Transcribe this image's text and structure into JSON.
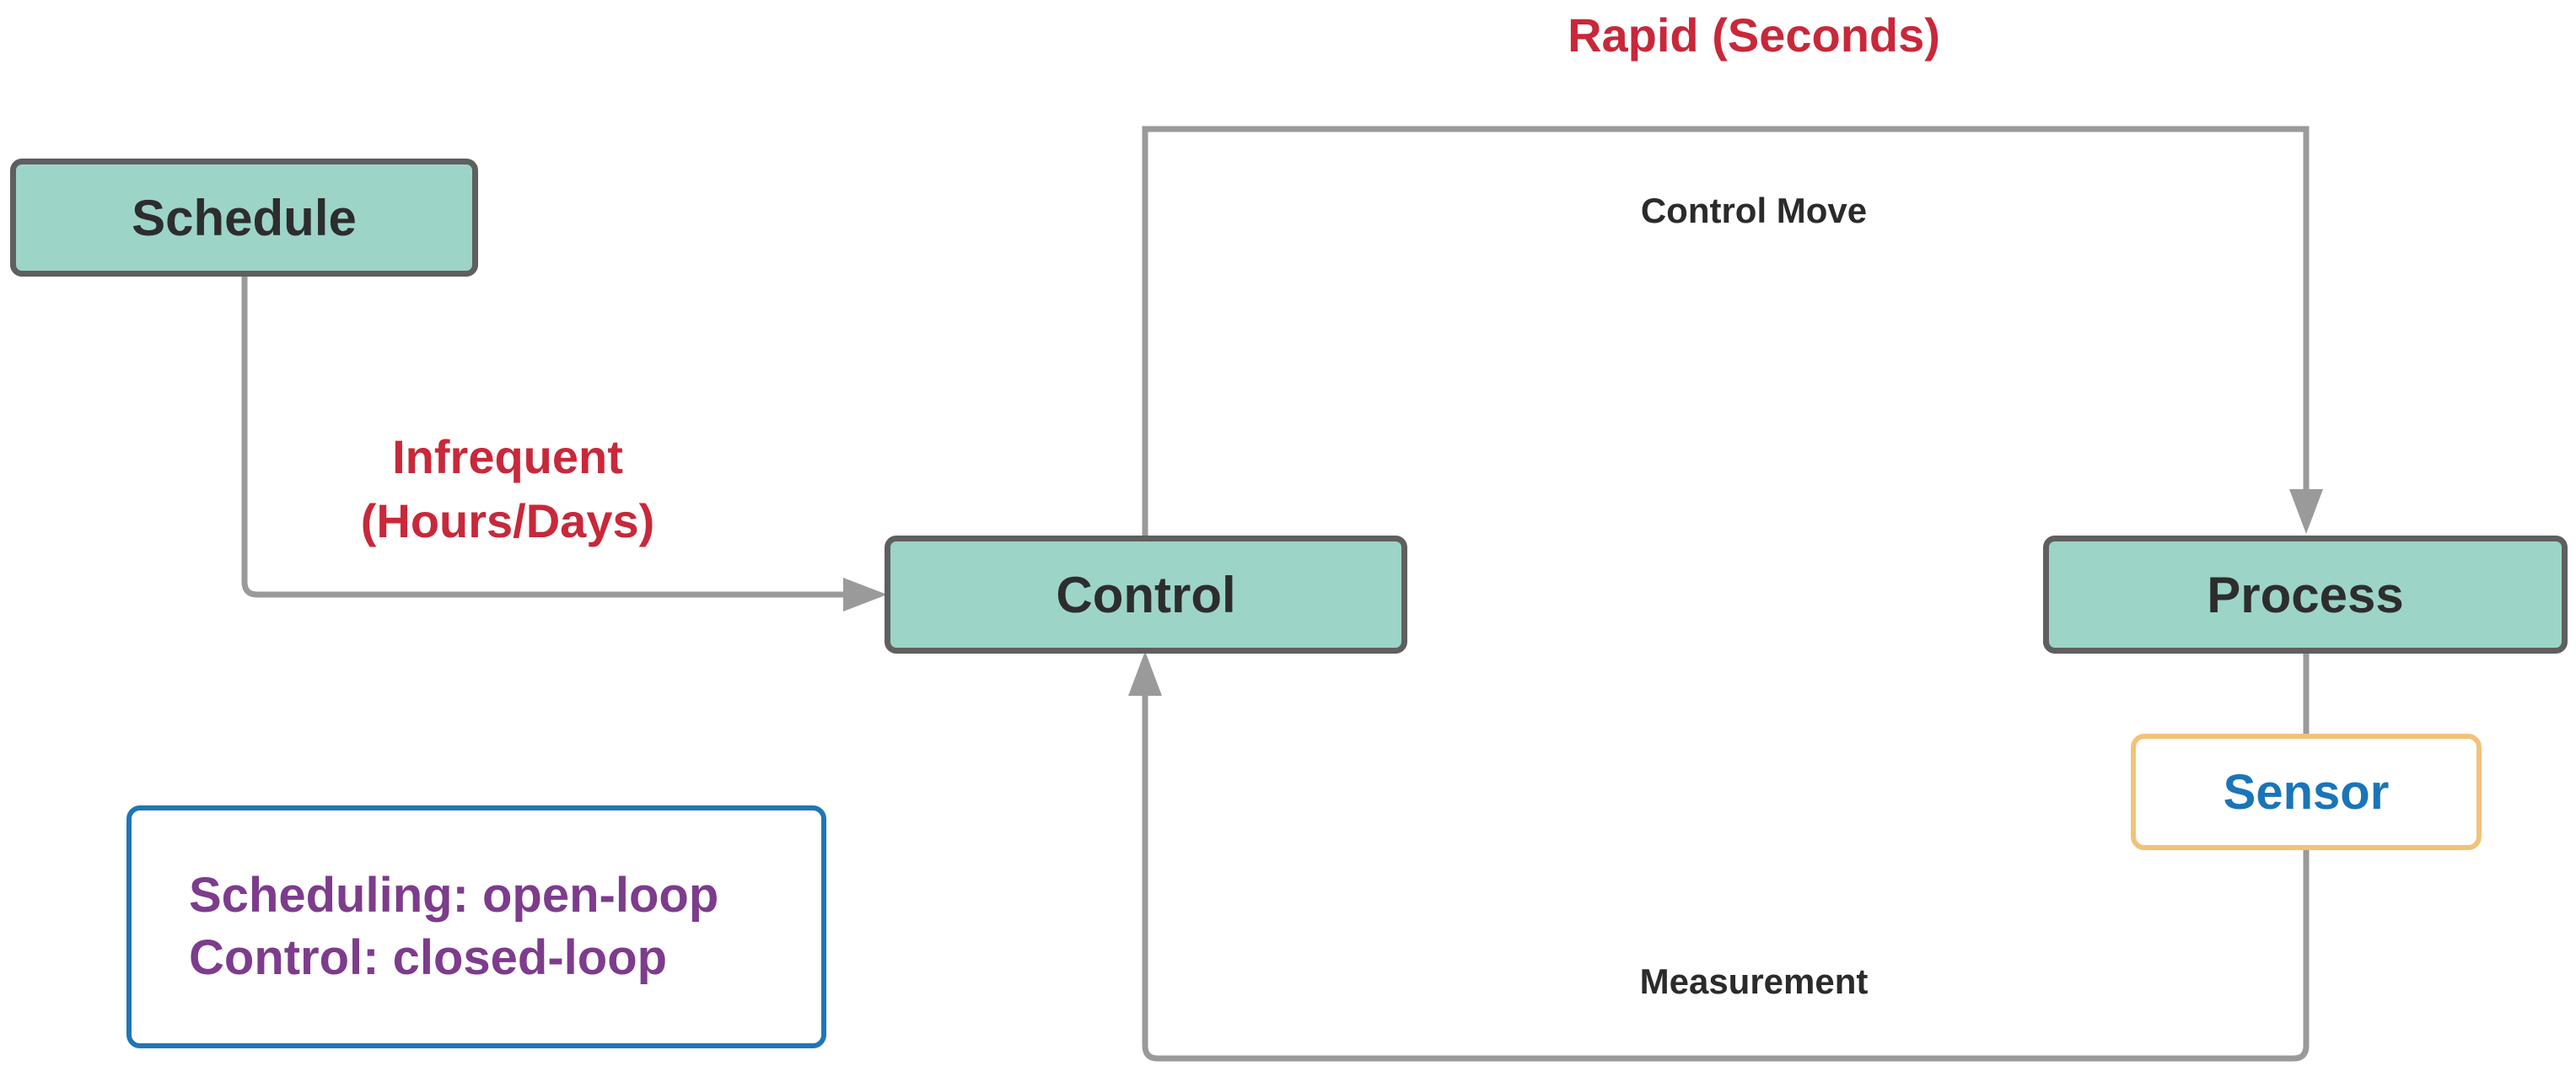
{
  "nodes": {
    "schedule": "Schedule",
    "control": "Control",
    "process": "Process",
    "sensor": "Sensor"
  },
  "labels": {
    "rapid": "Rapid (Seconds)",
    "infrequent_line1": "Infrequent",
    "infrequent_line2": "(Hours/Days)",
    "control_move": "Control Move",
    "measurement": "Measurement"
  },
  "legend": {
    "line1": "Scheduling: open-loop",
    "line2": "Control: closed-loop"
  },
  "colors": {
    "node_fill": "#9dd4c8",
    "node_border": "#5f5f5f",
    "connector": "#9a9a9a",
    "emphasis_red": "#c8283a",
    "sensor_text": "#1a75b8",
    "sensor_border": "#f2c27a",
    "legend_border": "#1f76b5",
    "legend_text": "#7d3c8c"
  }
}
